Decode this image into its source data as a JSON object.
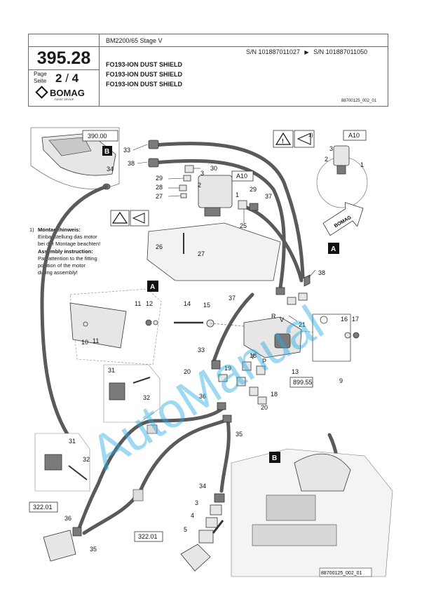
{
  "header": {
    "page_number": "395.28",
    "page_label_de": "Page",
    "page_label_en": "Seite",
    "page_current": "2",
    "page_sep": "/",
    "page_total": "4",
    "model": "BM2200/65 Stage V",
    "sn_from": "S/N 101887011027",
    "sn_arrow": "▶",
    "sn_to": "S/N 101887011050",
    "titles": [
      "FO193-ION DUST SHIELD",
      "FO193-ION DUST SHIELD",
      "FO193-ION DUST SHIELD"
    ],
    "doc_no": "88700125_002_01",
    "logo": "BOMAG",
    "logo_sub": "FAYAT GROUP"
  },
  "diagram": {
    "ref_boxes": [
      "390.00",
      "A10",
      "A10",
      "899.55",
      "322.01",
      "322.01",
      "88700125_002_01"
    ],
    "view_markers": [
      "B",
      "A",
      "A",
      "B"
    ],
    "bomag_arrow": "BOMAG",
    "note": {
      "index": "1)",
      "heading_de": "Montagehinweis:",
      "text_de": [
        "Einbaustellung das motor",
        "bei der Montage beachten!"
      ],
      "heading_en": "Assembly instruction:",
      "text_en": [
        "Pay attention to the fitting",
        "position of the motor",
        "during assembly!"
      ]
    },
    "warn_index": "1)",
    "port_letters": [
      "R",
      "V",
      "T",
      "P"
    ],
    "labels": [
      "33",
      "38",
      "34",
      "29",
      "30",
      "2",
      "3",
      "28",
      "27",
      "1",
      "29",
      "37",
      "25",
      "26",
      "27",
      "2",
      "3",
      "1",
      "38",
      "37",
      "21",
      "11",
      "12",
      "10",
      "11",
      "14",
      "15",
      "16",
      "17",
      "9",
      "33",
      "18",
      "19",
      "20",
      "13",
      "31",
      "32",
      "36",
      "35",
      "18",
      "20",
      "31",
      "32",
      "34",
      "3",
      "4",
      "5",
      "36",
      "35"
    ],
    "watermark": "AutoManual"
  }
}
